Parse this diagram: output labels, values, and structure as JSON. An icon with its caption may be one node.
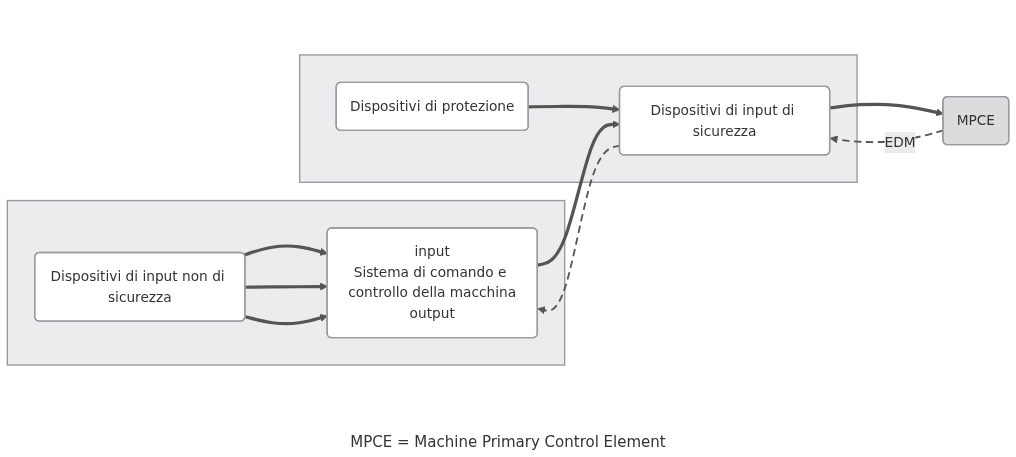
{
  "diagram": {
    "nodes": [
      {
        "text": [],
        "shape": "box"
      },
      {
        "text": [
          "Dispositivi di input non di sicurezza"
        ],
        "in": 0
      },
      {
        "text": [
          "input",
          "Sistema di comando e controllo della macchina",
          "output"
        ],
        "in": 0
      },
      {
        "text": [],
        "shape": "box"
      },
      {
        "text": [
          "Dispositivi di protezione"
        ],
        "in": 3
      },
      {
        "text": [
          "Dispositivi di input di sicurezza"
        ],
        "in": 3
      },
      {
        "text": [
          "MPCE"
        ]
      }
    ],
    "edges": [
      {
        "from": 1,
        "to": 2,
        "arrow": "to"
      },
      {
        "from": 1,
        "to": 2,
        "arrow": "to"
      },
      {
        "from": 1,
        "to": 2,
        "arrow": "to"
      },
      {
        "from": 5,
        "to": 2,
        "arrow": "to",
        "style": "dashed"
      },
      {
        "from": 4,
        "to": 5,
        "arrow": "to"
      },
      {
        "from": 2,
        "to": 5,
        "arrow": "to"
      },
      {
        "from": 5,
        "to": 6,
        "arrow": "to"
      },
      {
        "from": 6,
        "to": 5,
        "arrow": "to",
        "style": "dashed",
        "label": "EDM"
      }
    ],
    "labels": [
      "MPCE = Machine Primary Control Element"
    ]
  }
}
